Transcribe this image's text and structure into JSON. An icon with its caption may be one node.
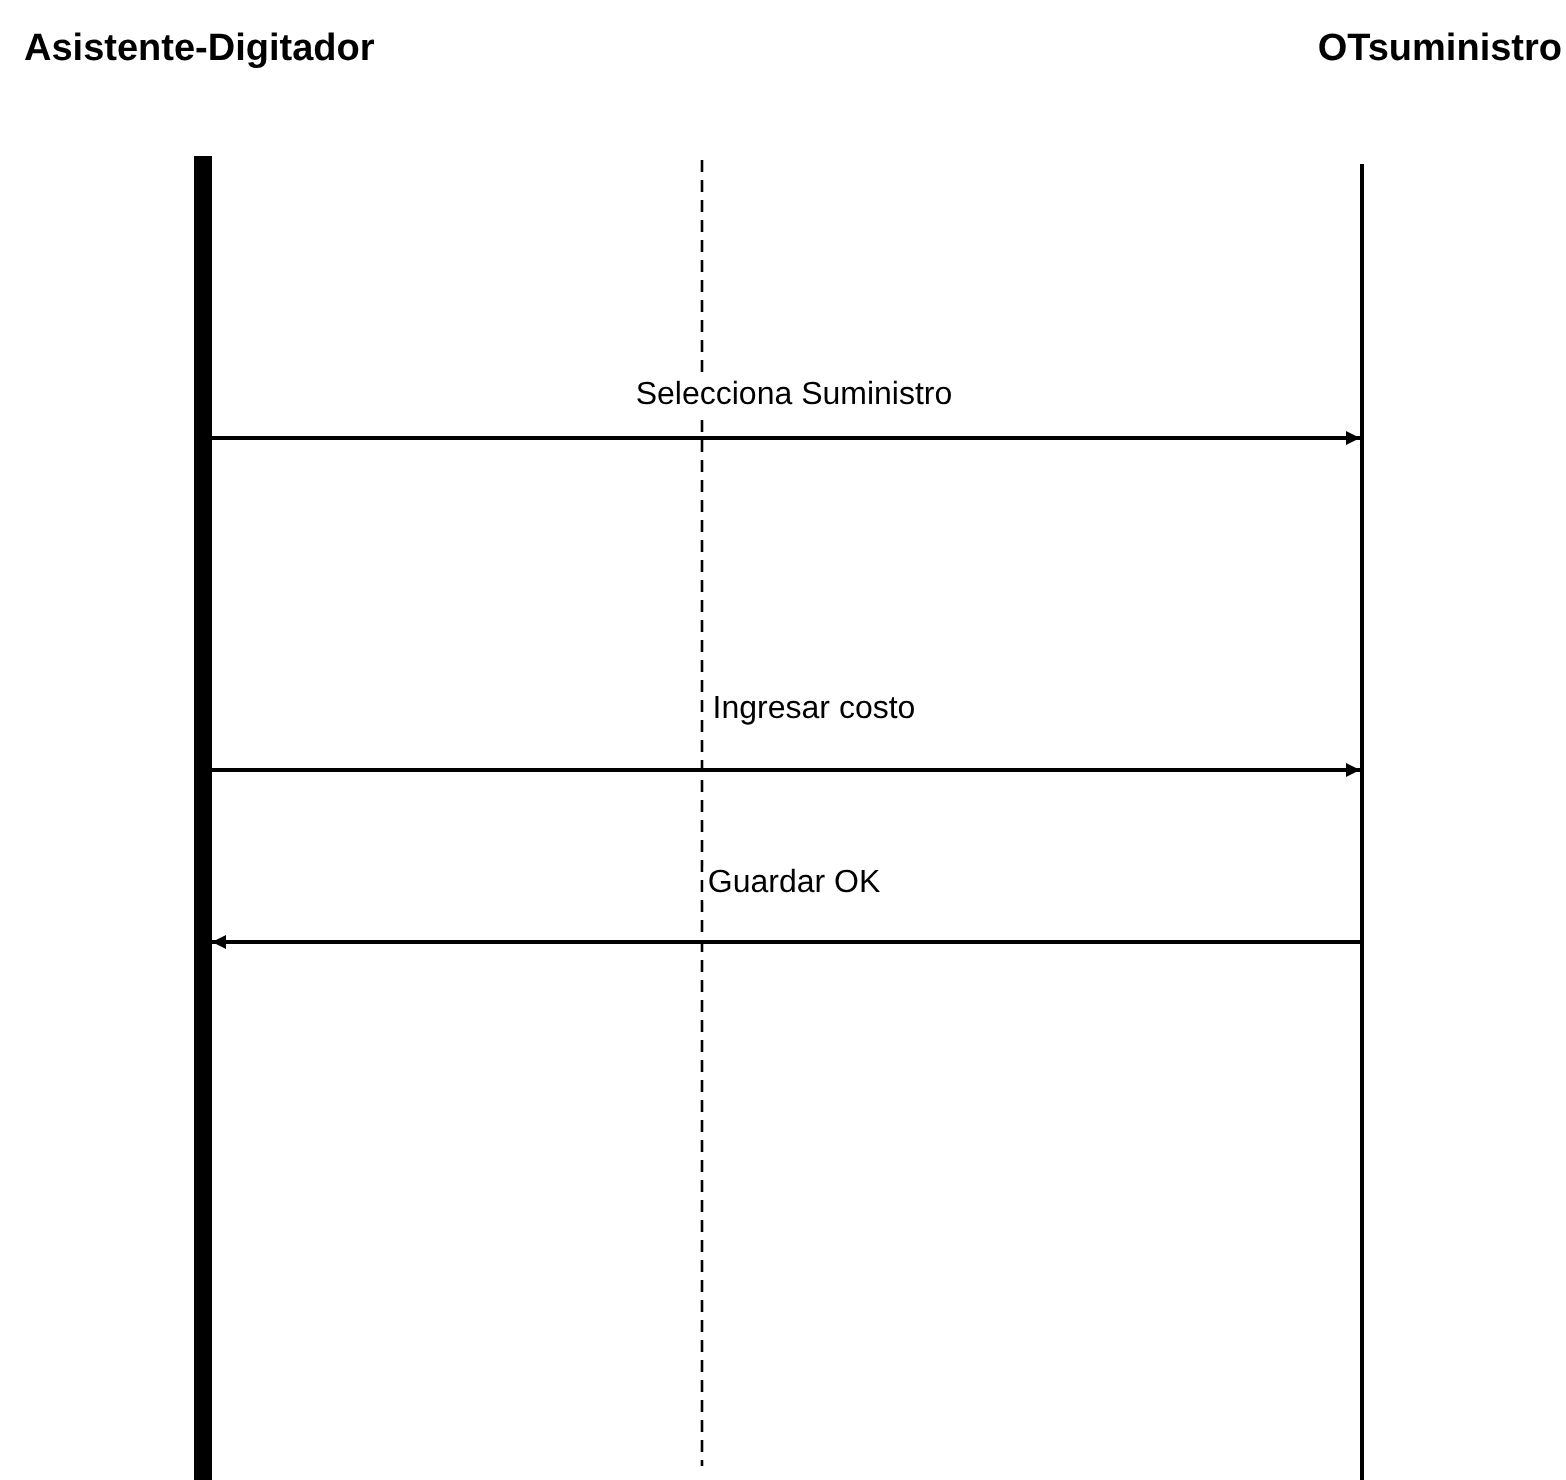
{
  "diagram": {
    "nodes": [
      {
        "text": [
          "Asistente-Digitador"
        ]
      },
      {
        "text": [
          "OTsuministro"
        ]
      }
    ],
    "edges": [
      {
        "from": 0,
        "to": 1,
        "arrow": "to",
        "label": "Selecciona Suministro"
      },
      {
        "from": 0,
        "to": 1,
        "arrow": "to",
        "label": "Ingresar costo"
      },
      {
        "from": 1,
        "to": 0,
        "arrow": "to",
        "label": "Guardar OK"
      }
    ]
  }
}
